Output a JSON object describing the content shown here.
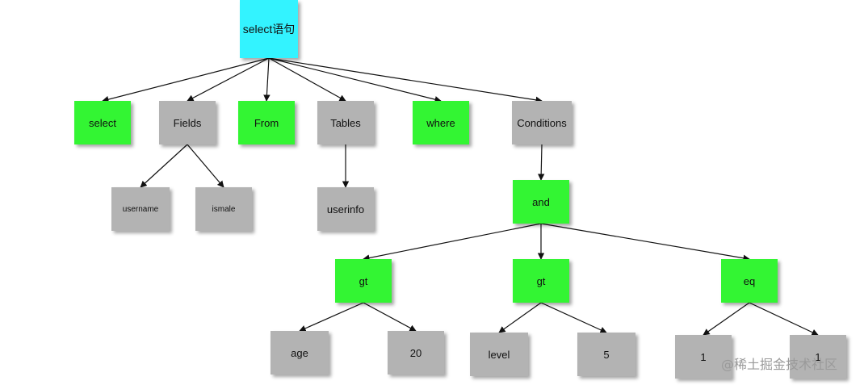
{
  "colors": {
    "root": "#33f3ff",
    "keyword": "#33f533",
    "value": "#b3b3b3",
    "edge": "#111111"
  },
  "nodes": {
    "root": "select语句",
    "select": "select",
    "fields": "Fields",
    "from": "From",
    "tables": "Tables",
    "where": "where",
    "conditions": "Conditions",
    "username": "username",
    "ismale": "ismale",
    "userinfo": "userinfo",
    "and": "and",
    "gt1": "gt",
    "gt2": "gt",
    "eq": "eq",
    "age": "age",
    "n20": "20",
    "level": "level",
    "n5": "5",
    "one_a": "1",
    "one_b": "1"
  },
  "edges": [
    [
      "root",
      "select"
    ],
    [
      "root",
      "fields"
    ],
    [
      "root",
      "from"
    ],
    [
      "root",
      "tables"
    ],
    [
      "root",
      "where"
    ],
    [
      "root",
      "conditions"
    ],
    [
      "fields",
      "username"
    ],
    [
      "fields",
      "ismale"
    ],
    [
      "tables",
      "userinfo"
    ],
    [
      "conditions",
      "and"
    ],
    [
      "and",
      "gt1"
    ],
    [
      "and",
      "gt2"
    ],
    [
      "and",
      "eq"
    ],
    [
      "gt1",
      "age"
    ],
    [
      "gt1",
      "n20"
    ],
    [
      "gt2",
      "level"
    ],
    [
      "gt2",
      "n5"
    ],
    [
      "eq",
      "one_a"
    ],
    [
      "eq",
      "one_b"
    ]
  ],
  "watermark": "@稀土掘金技术社区"
}
